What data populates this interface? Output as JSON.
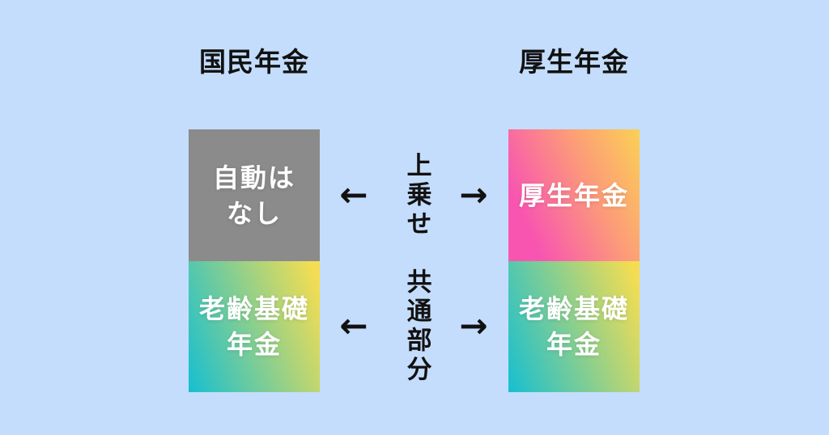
{
  "headers": {
    "left": "国民年金",
    "right": "厚生年金"
  },
  "boxes": {
    "left_top": {
      "label": "自動は\nなし",
      "color": "#8B8B8B"
    },
    "left_bottom": {
      "label": "老齢基礎\n年金",
      "gradient": [
        "#16BFD1",
        "#F4DD52"
      ]
    },
    "right_top": {
      "label": "厚生年金",
      "gradient": [
        "#F855B1",
        "#FC9B79",
        "#FBD154"
      ]
    },
    "right_bottom": {
      "label": "老齢基礎\n年金",
      "gradient": [
        "#16BFD1",
        "#F4DD52"
      ]
    }
  },
  "center": {
    "top_label": "上乗せ",
    "bottom_label": "共通部分",
    "arrow_left": "←",
    "arrow_right": "→"
  },
  "colors": {
    "background": "#C4DDFC",
    "heading-text": "#111111",
    "box-text": "#FFFFFF",
    "gray-box": "#8B8B8B",
    "teal": "#16BFD1",
    "yellow": "#F4DD52",
    "pink": "#F855B1",
    "orange": "#FC9B79",
    "gold": "#FBD154"
  }
}
